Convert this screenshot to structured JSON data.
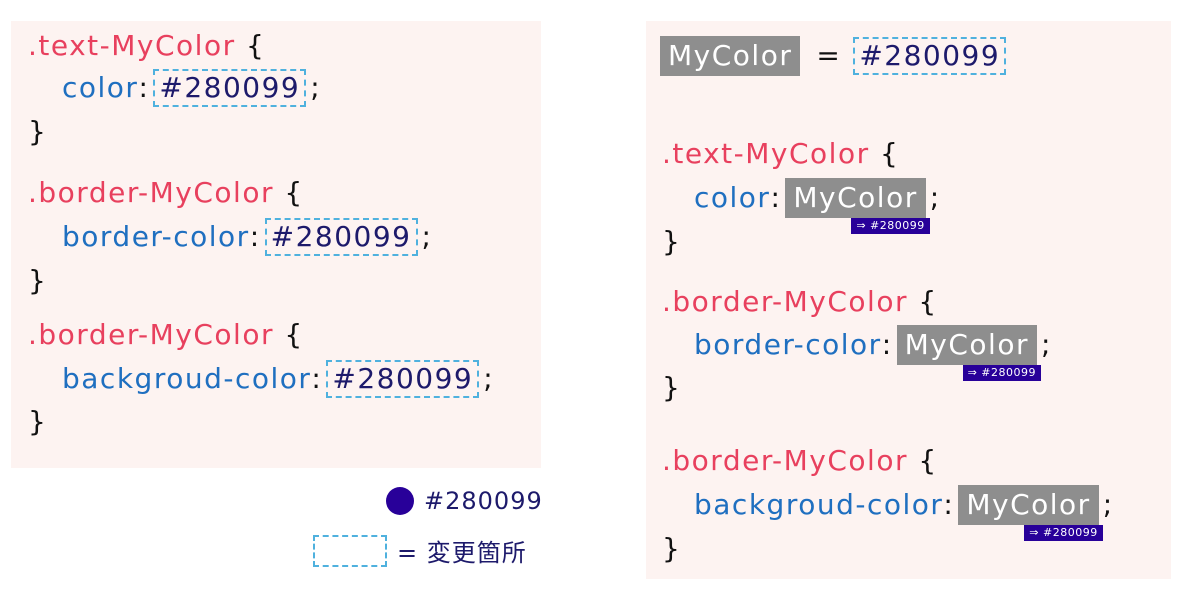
{
  "colors": {
    "selector": "#e8405e",
    "property": "#1f6fc0",
    "value": "#1d1a6b",
    "panel_bg": "#fdf3f1",
    "dashed_border": "#4fb1de",
    "variable_bg": "#8e8e8e",
    "tag_bg": "#280099"
  },
  "left": {
    "blocks": [
      {
        "selector": ".text-MyColor",
        "open": "{",
        "property": "color",
        "colon": ":",
        "value": "#280099",
        "semicolon": ";",
        "close": "}"
      },
      {
        "selector": ".border-MyColor",
        "open": "{",
        "property": "border-color",
        "colon": ":",
        "value": "#280099",
        "semicolon": ";",
        "close": "}"
      },
      {
        "selector": ".border-MyColor",
        "open": "{",
        "property": "backgroud-color",
        "colon": ":",
        "value": "#280099",
        "semicolon": ";",
        "close": "}"
      }
    ]
  },
  "legend": {
    "swatch_label": "#280099",
    "swatch_color": "#280099",
    "changed_label": "= 変更箇所"
  },
  "right": {
    "definition": {
      "name": "MyColor",
      "equals": "=",
      "value": "#280099"
    },
    "blocks": [
      {
        "selector": ".text-MyColor",
        "open": "{",
        "property": "color",
        "colon": ":",
        "variable": "MyColor",
        "tag": "⇒ #280099",
        "semicolon": ";",
        "close": "}"
      },
      {
        "selector": ".border-MyColor",
        "open": "{",
        "property": "border-color",
        "colon": ":",
        "variable": "MyColor",
        "tag": "⇒ #280099",
        "semicolon": ";",
        "close": "}"
      },
      {
        "selector": ".border-MyColor",
        "open": "{",
        "property": "backgroud-color",
        "colon": ":",
        "variable": "MyColor",
        "tag": "⇒ #280099",
        "semicolon": ";",
        "close": "}"
      }
    ]
  }
}
